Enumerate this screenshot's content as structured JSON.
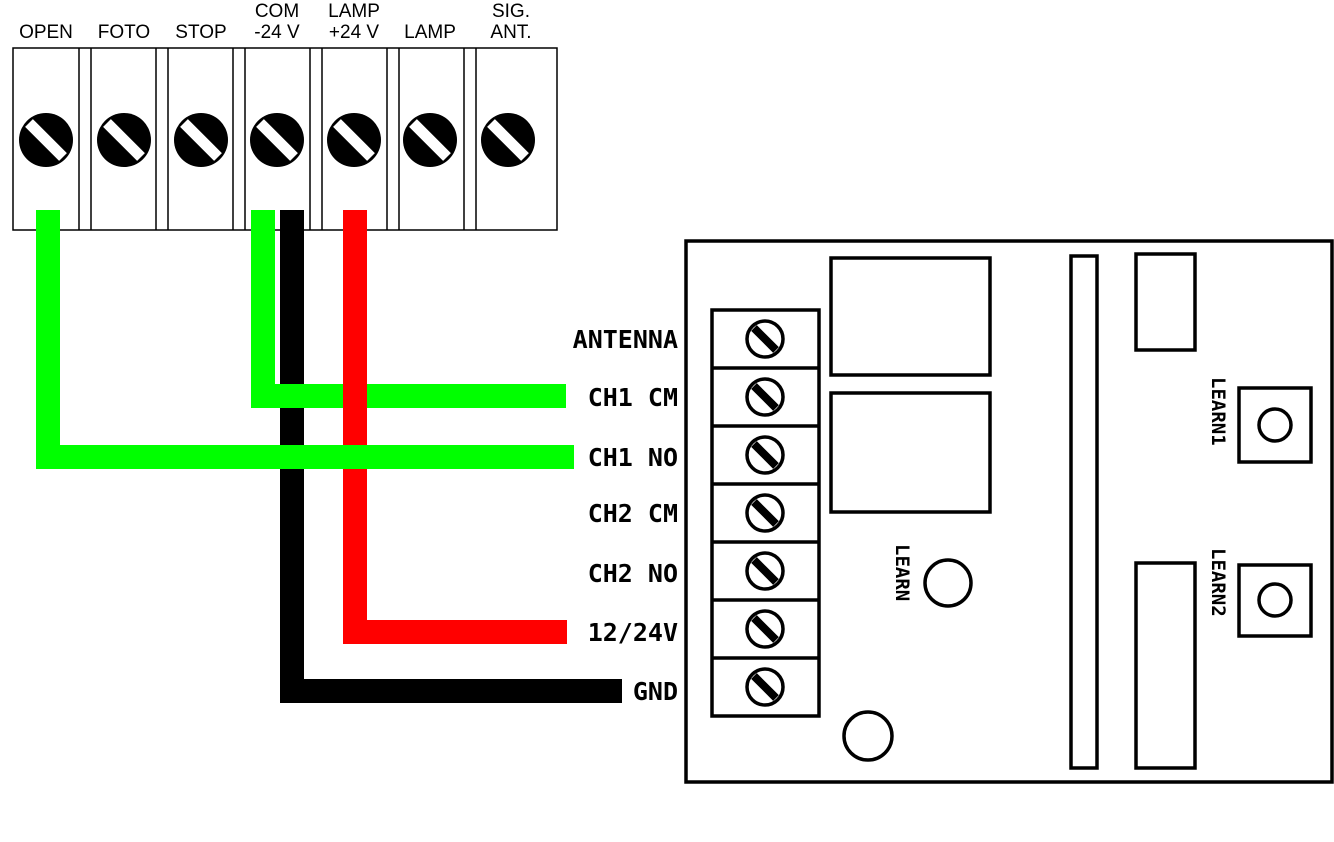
{
  "terminal_block": {
    "terminals": [
      {
        "line1": "",
        "line2": "OPEN"
      },
      {
        "line1": "",
        "line2": "FOTO"
      },
      {
        "line1": "",
        "line2": "STOP"
      },
      {
        "line1": "COM",
        "line2": "-24 V"
      },
      {
        "line1": "LAMP",
        "line2": "+24 V"
      },
      {
        "line1": "",
        "line2": "LAMP"
      },
      {
        "line1": "SIG.",
        "line2": "ANT."
      }
    ]
  },
  "receiver": {
    "terminals": [
      "ANTENNA",
      "CH1 CM",
      "CH1 NO",
      "CH2 CM",
      "CH2 NO",
      "12/24V",
      "GND"
    ],
    "buttons": {
      "learn": "LEARN",
      "learn1": "LEARN1",
      "learn2": "LEARN2"
    }
  },
  "wires": [
    {
      "from": "OPEN",
      "to": "CH1 NO",
      "color": "#00ff00"
    },
    {
      "from": "COM -24 V",
      "to": "CH1 CM",
      "color": "#00ff00"
    },
    {
      "from": "COM -24 V",
      "to": "GND",
      "color": "#000000"
    },
    {
      "from": "LAMP +24 V",
      "to": "12/24V",
      "color": "#ff0000"
    }
  ]
}
